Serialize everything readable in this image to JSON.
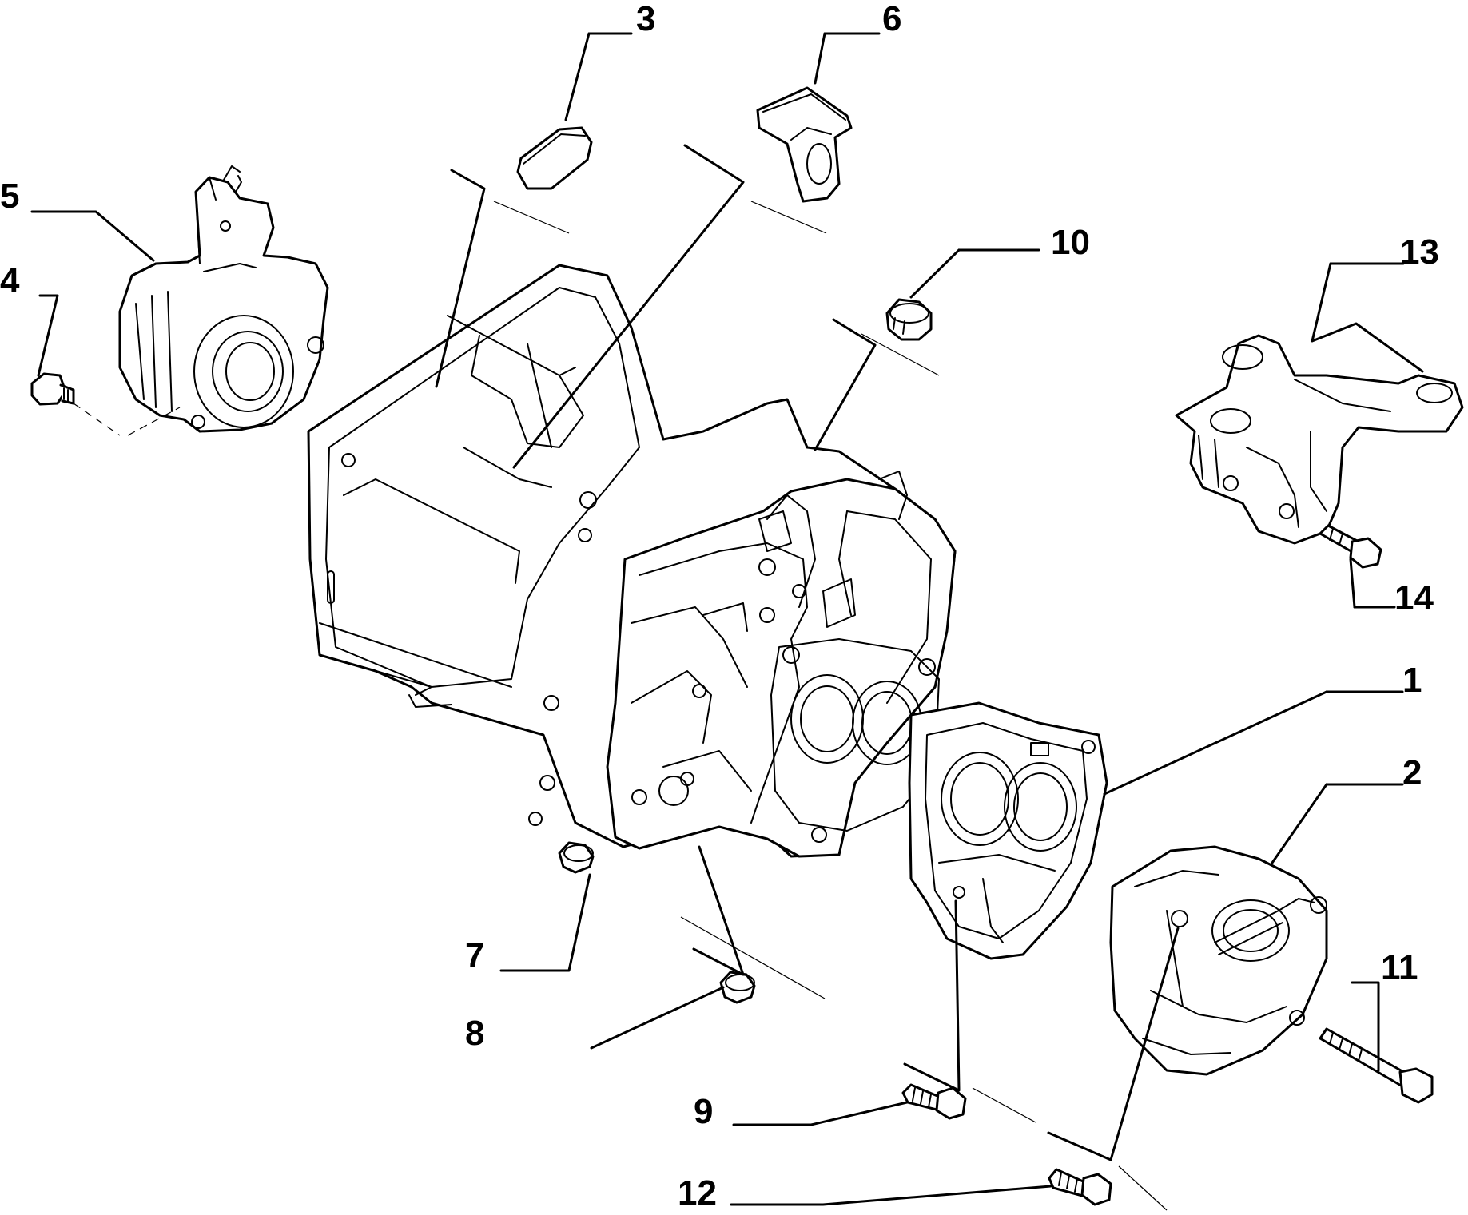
{
  "callouts": [
    {
      "id": "c1",
      "label": "1"
    },
    {
      "id": "c2",
      "label": "2"
    },
    {
      "id": "c3",
      "label": "3"
    },
    {
      "id": "c4",
      "label": "4"
    },
    {
      "id": "c5",
      "label": "5"
    },
    {
      "id": "c6",
      "label": "6"
    },
    {
      "id": "c7",
      "label": "7"
    },
    {
      "id": "c8",
      "label": "8"
    },
    {
      "id": "c9",
      "label": "9"
    },
    {
      "id": "c10",
      "label": "10"
    },
    {
      "id": "c11",
      "label": "11"
    },
    {
      "id": "c12",
      "label": "12"
    },
    {
      "id": "c13",
      "label": "13"
    },
    {
      "id": "c14",
      "label": "14"
    }
  ],
  "colors": {
    "line": "#000000",
    "background": "#ffffff"
  }
}
